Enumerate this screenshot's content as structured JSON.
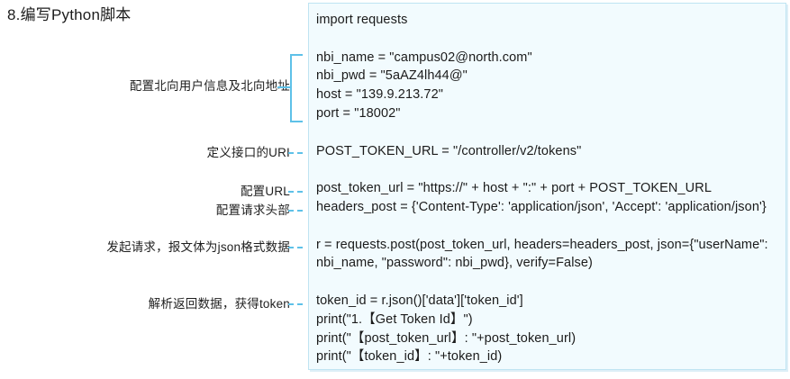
{
  "page": {
    "title": "8.编写Python脚本"
  },
  "annotations": [
    {
      "id": "group-nbi-config",
      "label": "配置北向用户信息及北向地址",
      "connector": "bracket"
    },
    {
      "id": "define-uri",
      "label": "定义接口的URI",
      "connector": "dashed"
    },
    {
      "id": "config-url",
      "label": "配置URL",
      "connector": "dashed"
    },
    {
      "id": "config-headers",
      "label": "配置请求头部",
      "connector": "dashed"
    },
    {
      "id": "send-request",
      "label": "发起请求，报文体为json格式数据",
      "connector": "dashed"
    },
    {
      "id": "parse-token",
      "label": "解析返回数据，获得token",
      "connector": "dashed"
    }
  ],
  "code": {
    "language": "python",
    "text": "import requests\n\nnbi_name = \"campus02@north.com\"\nnbi_pwd = \"5aAZ4lh44@\"\nhost = \"139.9.213.72\"\nport = \"18002\"\n\nPOST_TOKEN_URL = \"/controller/v2/tokens\"\n\npost_token_url = \"https://\" + host + \":\" + port + POST_TOKEN_URL\nheaders_post = {'Content-Type': 'application/json', 'Accept': 'application/json'}\n\nr = requests.post(post_token_url, headers=headers_post, json={\"userName\": nbi_name, \"password\": nbi_pwd}, verify=False)\n\ntoken_id = r.json()['data']['token_id']\nprint(\"1.【Get Token Id】\")\nprint(\"【post_token_url】: \"+post_token_url)\nprint(\"【token_id】: \"+token_id)",
    "lines": [
      "import requests",
      "",
      "nbi_name = \"campus02@north.com\"",
      "nbi_pwd = \"5aAZ4lh44@\"",
      "host = \"139.9.213.72\"",
      "port = \"18002\"",
      "",
      "POST_TOKEN_URL = \"/controller/v2/tokens\"",
      "",
      "post_token_url = \"https://\" + host + \":\" + port + POST_TOKEN_URL",
      "headers_post = {'Content-Type': 'application/json', 'Accept': 'application/json'}",
      "",
      "r = requests.post(post_token_url, headers=headers_post, json={\"userName\": nbi_name, \"password\": nbi_pwd}, verify=False)",
      "",
      "token_id = r.json()['data']['token_id']",
      "print(\"1.【Get Token Id】\")",
      "print(\"【post_token_url】: \"+post_token_url)",
      "print(\"【token_id】: \"+token_id)"
    ]
  },
  "colors": {
    "panel_background": "#f2fbfe",
    "panel_border": "#bfe4f2",
    "connector": "#5ec1e8",
    "text": "#1b1b1b",
    "page_background": "#ffffff"
  }
}
